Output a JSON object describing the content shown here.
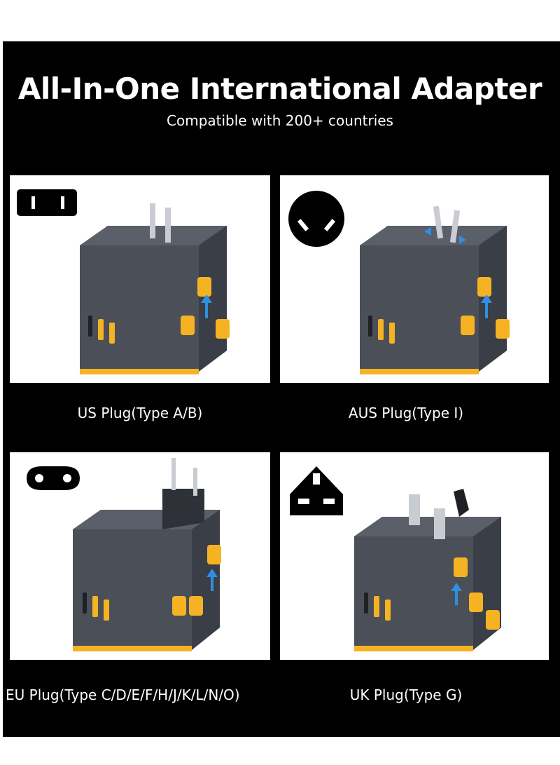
{
  "header": {
    "title": "All-In-One International Adapter",
    "subtitle": "Compatible with 200+ countries"
  },
  "plugs": [
    {
      "caption": "US Plug(Type A/B)",
      "icon": "us-socket-icon"
    },
    {
      "caption": "AUS Plug(Type I)",
      "icon": "aus-socket-icon"
    },
    {
      "caption": "EU Plug(Type C/D/E/F/H/J/K/L/N/O)",
      "icon": "eu-socket-icon"
    },
    {
      "caption": "UK Plug(Type G)",
      "icon": "uk-socket-icon"
    }
  ],
  "colors": {
    "background": "#000000",
    "card": "#ffffff",
    "body": "#4a4f58",
    "accent": "#f5b324",
    "arrow": "#2f8fe0"
  }
}
